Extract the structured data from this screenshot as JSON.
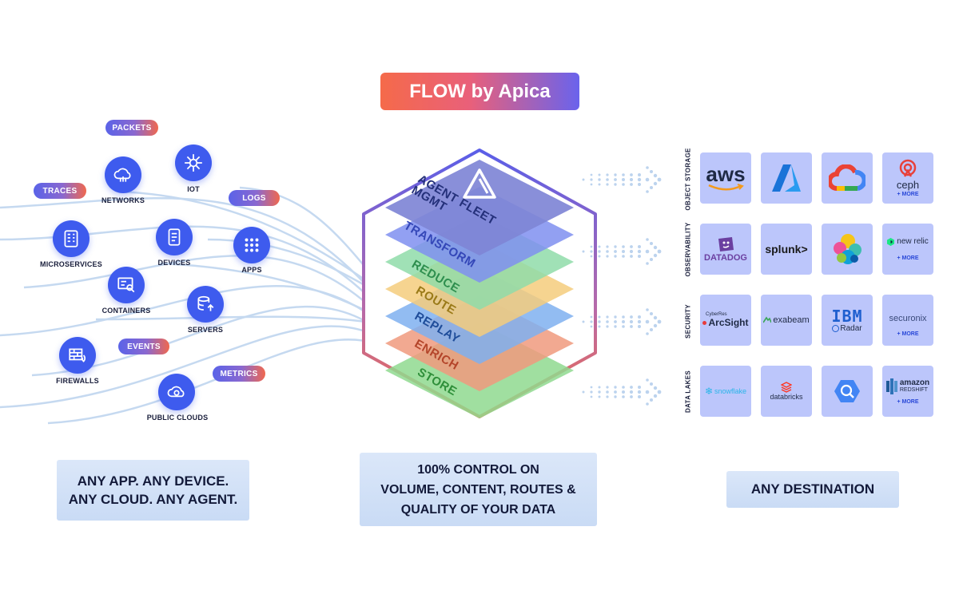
{
  "title": "FLOW by Apica",
  "tags": {
    "packets": "PACKETS",
    "traces": "TRACES",
    "logs": "LOGS",
    "events": "EVENTS",
    "metrics": "METRICS"
  },
  "sources": {
    "networks": "NETWORKS",
    "iot": "IOT",
    "microservices": "MICROSERVICES",
    "devices": "DEVICES",
    "apps": "APPS",
    "containers": "CONTAINERS",
    "servers": "SERVERS",
    "firewalls": "FIREWALLS",
    "public_clouds": "PUBLIC CLOUDS"
  },
  "layers": [
    "AGENT FLEET MGMT",
    "TRANSFORM",
    "REDUCE",
    "ROUTE",
    "REPLAY",
    "ENRICH",
    "STORE"
  ],
  "layer_colors": [
    "#7f86d6",
    "#7f8ff0",
    "#8fdca9",
    "#f5cd7c",
    "#7fb0f0",
    "#f09a7e",
    "#8fd98f"
  ],
  "bottom": {
    "left_line1": "ANY APP. ANY DEVICE.",
    "left_line2": "ANY CLOUD. ANY AGENT.",
    "center_line1": "100% CONTROL ON",
    "center_line2": "VOLUME, CONTENT, ROUTES &",
    "center_line3": "QUALITY OF YOUR DATA",
    "right": "ANY DESTINATION"
  },
  "categories": {
    "object_storage": "OBJECT STORAGE",
    "observability": "OBSERVABILITY",
    "security": "SECURITY",
    "data_lakes": "DATA LAKES"
  },
  "destinations": {
    "aws": "aws",
    "ceph": "ceph",
    "more": "+ MORE",
    "datadog": "DATADOG",
    "splunk": "splunk>",
    "new_relic": "new relic",
    "cyberres": "CyberRes",
    "arcsight": "ArcSight",
    "exabeam": "exabeam",
    "ibm": "IBM",
    "qradar": "Radar",
    "securonix": "securonix",
    "snowflake": "snowflake",
    "databricks": "databricks",
    "amazon": "amazon",
    "redshift": "REDSHIFT"
  }
}
